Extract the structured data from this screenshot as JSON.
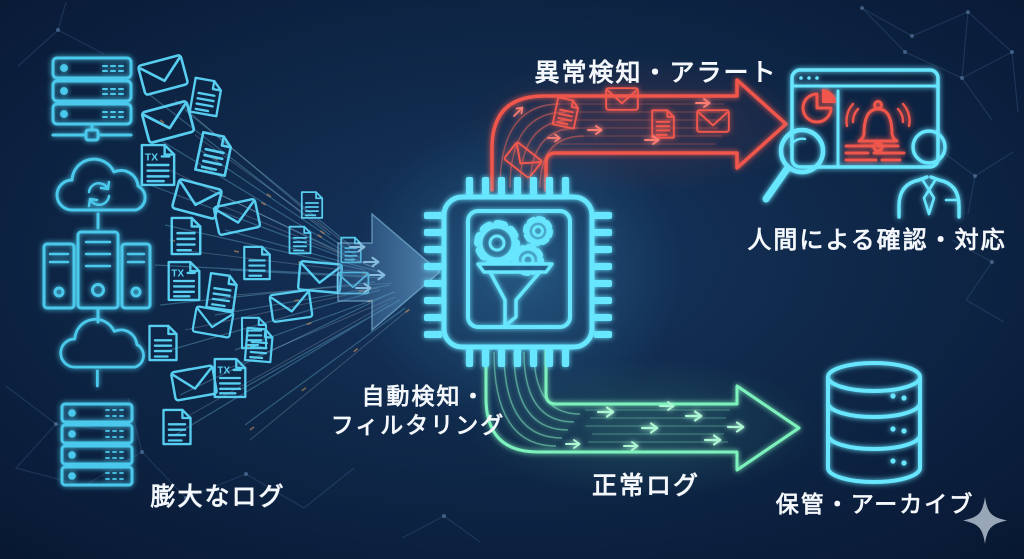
{
  "meta": {
    "type": "diagram",
    "theme": "dark-neon-tech"
  },
  "labels": {
    "anomaly_alert": "異常検知・アラート",
    "human_review": "人間による確認・対応",
    "auto_detect_line1": "自動検知・",
    "auto_detect_line2": "フィルタリング",
    "massive_logs": "膨大なログ",
    "normal_logs": "正常ログ",
    "archive": "保管・アーカイブ",
    "tx_doc_label": "TX"
  },
  "colors": {
    "background_center": "#16355e",
    "background_edge": "#07162e",
    "neon_cyan": "#4cc9ec",
    "neon_cyan_bright": "#68e6ff",
    "neon_red": "#f0564b",
    "neon_green": "#7df2bd",
    "input_arrow_blue": "#5e93c2",
    "label_white": "#f4f8fc",
    "sparkle_gray": "#98a6b7"
  },
  "icons": {
    "left_sources": [
      "server-rack-icon",
      "cloud-sync-icon",
      "server-towers-icon",
      "cloud-icon",
      "server-rack-icon"
    ],
    "stream_particles": [
      "envelope-icon",
      "document-icon",
      "tx-document-icon"
    ],
    "processor": "cpu-chip-icon with gears-icon and funnel-icon",
    "alert_side": [
      "browser-window-icon",
      "pie-chart-icon",
      "alert-bell-icon",
      "magnifier-icon",
      "analyst-person-icon"
    ],
    "storage": "database-icon",
    "decoration": "sparkle-icon"
  }
}
